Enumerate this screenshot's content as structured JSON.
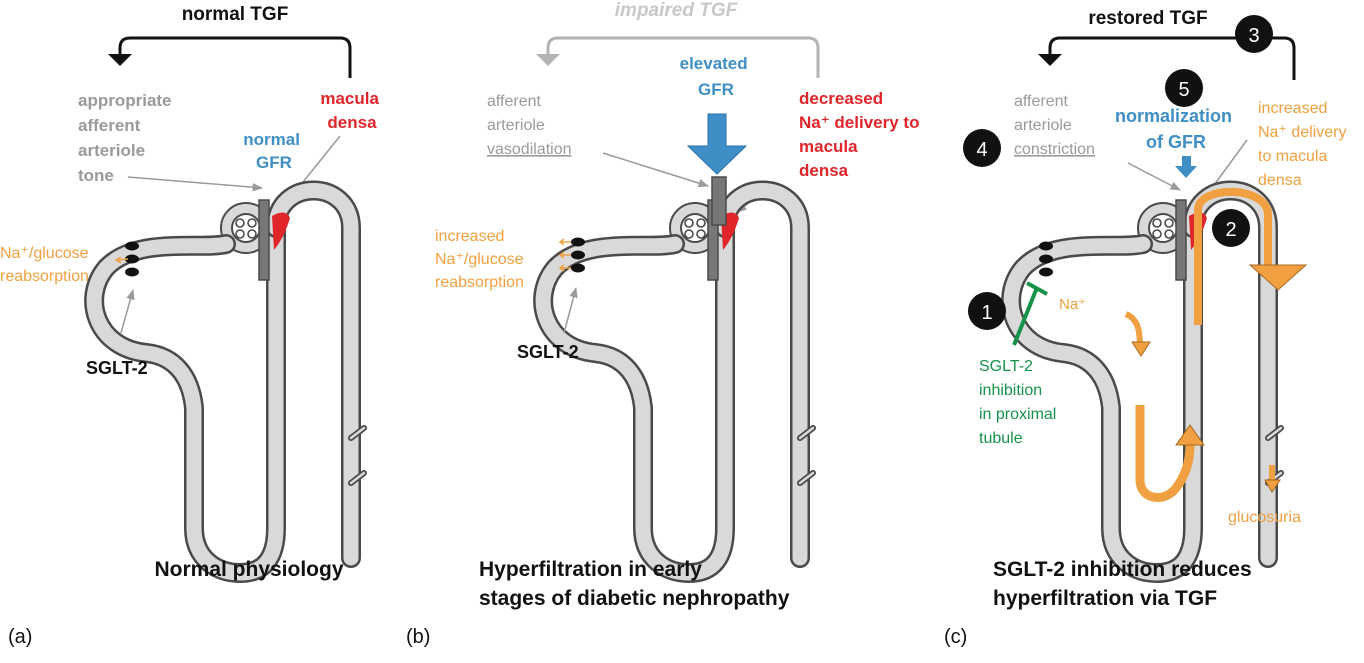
{
  "colors": {
    "gray_text": "#9a9a9a",
    "blue": "#3f8fc6",
    "red": "#e0262b",
    "orange": "#f0a040",
    "green": "#16924a",
    "tubule_fill": "#d9d9d9",
    "outline": "#4a4a4a",
    "black": "#111111"
  },
  "panel_a": {
    "feedback_title": "normal TGF",
    "tone_lines": [
      "appropriate",
      "afferent",
      "arteriole",
      "tone"
    ],
    "gfr_lines": [
      "normal",
      "GFR"
    ],
    "macula_lines": [
      "macula",
      "densa"
    ],
    "reabs_line1": "Na⁺/glucose",
    "reabs_line2": "reabsorption",
    "sglt_label": "SGLT-2",
    "caption": "Normal physiology",
    "letter": "(a)"
  },
  "panel_b": {
    "feedback_title": "impaired TGF",
    "vaso_line1": "afferent",
    "vaso_line2": "arteriole",
    "vaso_line3": "vasodilation",
    "gfr_lines": [
      "elevated",
      "GFR"
    ],
    "na_lines": [
      "decreased",
      "Na⁺ delivery to",
      "macula",
      "densa"
    ],
    "reabs_lines": [
      "increased",
      "Na⁺/glucose",
      "reabsorption"
    ],
    "sglt_label": "SGLT-2",
    "caption_lines": [
      "Hyperfiltration in early",
      "stages of diabetic nephropathy"
    ],
    "letter": "(b)"
  },
  "panel_c": {
    "feedback_title": "restored TGF",
    "constr_line1": "afferent",
    "constr_line2": "arteriole",
    "constr_line3": "constriction",
    "gfr_lines": [
      "normalization",
      "of GFR"
    ],
    "na_lines": [
      "increased",
      "Na⁺ delivery",
      "to macula",
      "densa"
    ],
    "na_small": "Na⁺",
    "inhibition_lines": [
      "SGLT-2",
      "inhibition",
      "in proximal",
      "tubule"
    ],
    "glucosuria": "glucosuria",
    "steps": [
      "1",
      "2",
      "3",
      "4",
      "5"
    ],
    "caption_lines": [
      "SGLT-2 inhibition reduces",
      "hyperfiltration via TGF"
    ],
    "letter": "(c)"
  }
}
